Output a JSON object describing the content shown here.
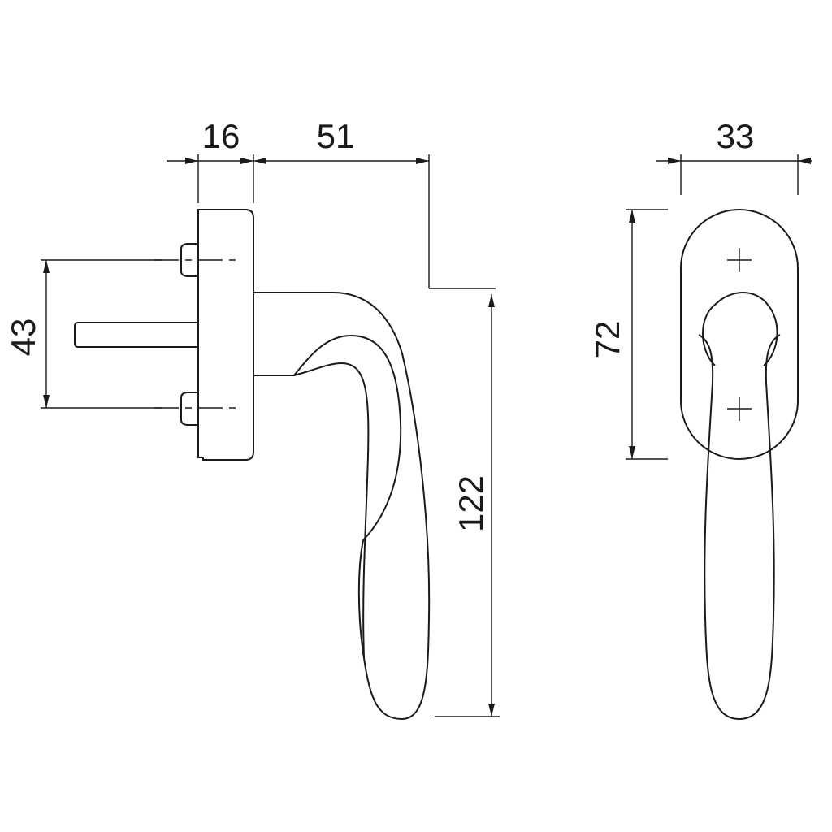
{
  "title": "Window handle technical drawing",
  "dimensions": {
    "rose_depth": "16",
    "handle_projection": "51",
    "screw_spacing": "43",
    "handle_length": "122",
    "rose_width": "33",
    "rose_height": "72"
  },
  "color": "#1a1a1a"
}
